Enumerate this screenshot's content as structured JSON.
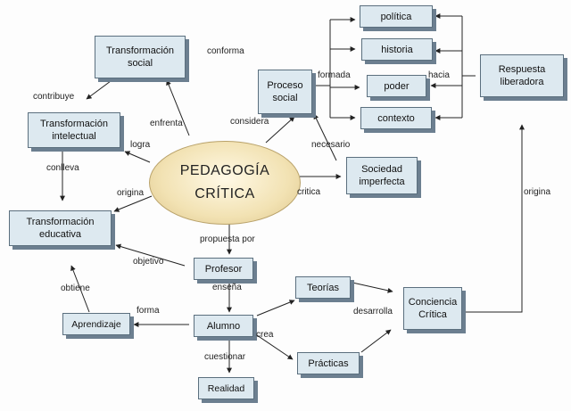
{
  "center": {
    "line1": "PEDAGOGÍA",
    "line2": "CRÍTICA"
  },
  "nodes": {
    "transformacion_social": "Transformación social",
    "transformacion_intelectual": "Transformación intelectual",
    "transformacion_educativa": "Transformación educativa",
    "proceso_social": "Proceso social",
    "politica": "política",
    "historia": "historia",
    "poder": "poder",
    "contexto": "contexto",
    "respuesta_liberadora": "Respuesta liberadora",
    "sociedad_imperfecta": "Sociedad imperfecta",
    "profesor": "Profesor",
    "alumno": "Alumno",
    "aprendizaje": "Aprendizaje",
    "realidad": "Realidad",
    "teorias": "Teorías",
    "practicas": "Prácticas",
    "conciencia_critica": "Conciencia Crítica"
  },
  "labels": {
    "conforma": "conforma",
    "contribuye": "contribuye",
    "enfrenta": "enfrenta",
    "considera": "considera",
    "formada": "formada",
    "hacia": "hacia",
    "logra": "logra",
    "necesario": "necesario",
    "conlleva": "conlleva",
    "origina_left": "origina",
    "critica": "critica",
    "origina_right": "origina",
    "propuesta_por": "propuesta por",
    "objetivo": "objetivo",
    "obtiene": "obtiene",
    "ensena": "enseña",
    "forma": "forma",
    "desarrolla": "desarrolla",
    "crea": "crea",
    "cuestionar": "cuestionar"
  }
}
